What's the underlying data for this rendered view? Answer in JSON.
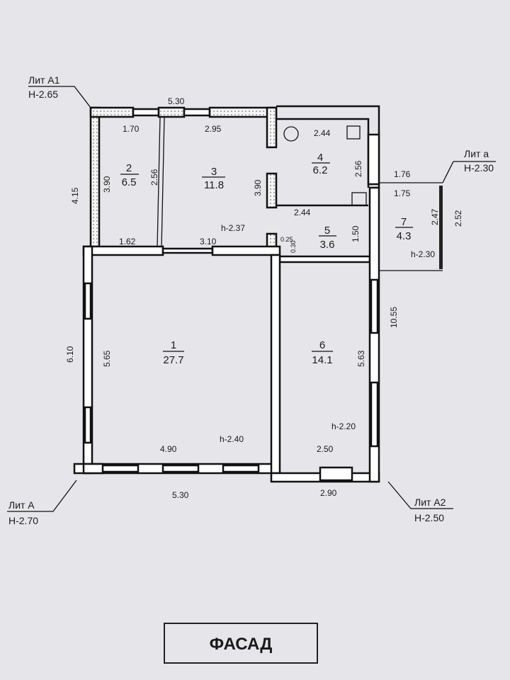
{
  "leaders": {
    "lit_A1": {
      "name": "Лит А1",
      "height": "Н-2.65"
    },
    "lit_a": {
      "name": "Лит а",
      "height": "Н-2.30"
    },
    "lit_A": {
      "name": "Лит А",
      "height": "Н-2.70"
    },
    "lit_A2": {
      "name": "Лит А2",
      "height": "Н-2.50"
    }
  },
  "rooms": [
    {
      "number": "1",
      "area": "27.7"
    },
    {
      "number": "2",
      "area": "6.5"
    },
    {
      "number": "3",
      "area": "11.8"
    },
    {
      "number": "4",
      "area": "6.2"
    },
    {
      "number": "5",
      "area": "3.6"
    },
    {
      "number": "6",
      "area": "14.1"
    },
    {
      "number": "7",
      "area": "4.3"
    }
  ],
  "ceiling_heights": {
    "room3": "h-2.37",
    "room1": "h-2.40",
    "room6": "h-2.20",
    "room7": "h-2.30"
  },
  "dimensions": {
    "top_total": "5.30",
    "room2_width_top": "1.70",
    "room3_width_top": "2.95",
    "room4_width_top": "2.44",
    "room2_partition": "2.56",
    "room2_depth": "3.90",
    "lit_A1_outer": "4.15",
    "room3_depth": "3.90",
    "room4_depth": "2.56",
    "room4_width_bottom": "2.44",
    "room2_width_bottom": "1.62",
    "room3_width_bottom": "3.10",
    "pier_width": "0.25",
    "pier_depth": "0.30",
    "room5_depth": "1.50",
    "room7_outer_width": "1.76",
    "room7_width": "1.75",
    "room7_depth": "2.47",
    "room7_outer_depth": "2.52",
    "right_total": "10.55",
    "left_outer": "6.10",
    "room1_depth": "5.65",
    "room6_depth": "5.63",
    "room1_width": "4.90",
    "room6_width": "2.50",
    "bottom_total": "5.30",
    "bottom_A2": "2.90"
  },
  "facade_label": "ФАСАД"
}
